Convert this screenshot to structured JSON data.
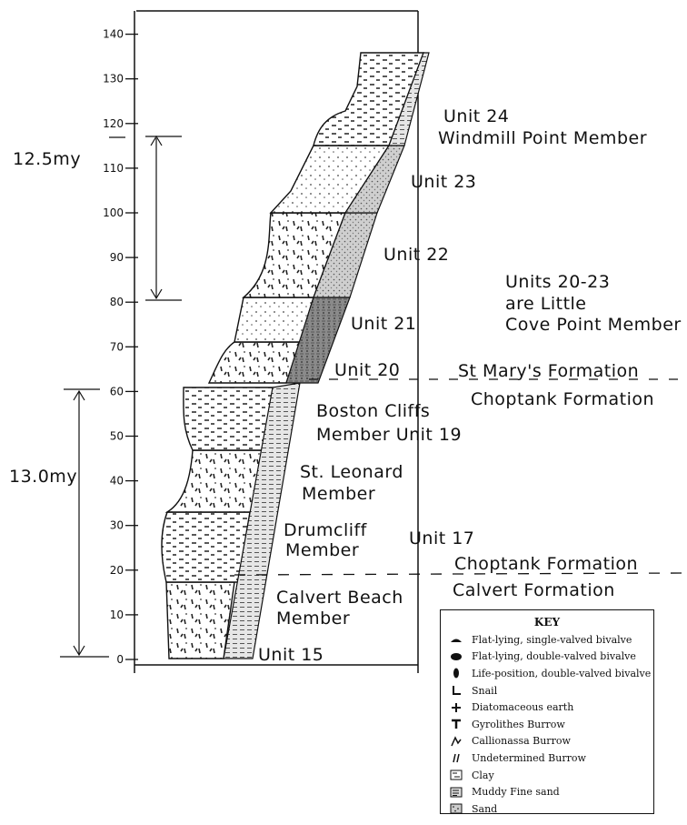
{
  "axis": {
    "ticks": [
      "0",
      "10",
      "20",
      "30",
      "40",
      "50",
      "60",
      "70",
      "80",
      "90",
      "100",
      "110",
      "120",
      "130",
      "140"
    ]
  },
  "ages": {
    "upper": "12.5my",
    "lower": "13.0my"
  },
  "units": {
    "unit24": "Unit 24",
    "windmill": "Windmill Point Member",
    "unit23": "Unit 23",
    "unit22": "Unit 22",
    "unit21": "Unit 21",
    "unit20": "Unit 20",
    "units20_23_line1": "Units 20-23",
    "units20_23_line2": "are Little",
    "units20_23_line3": "Cove Point Member",
    "stmarys": "St Mary's Formation",
    "choptank_upper": "Choptank Formation",
    "boston1": "Boston Cliffs",
    "boston2": "Member Unit 19",
    "stleonard1": "St. Leonard",
    "stleonard2": "Member",
    "drumcliff1": "Drumcliff",
    "drumcliff2": "Member",
    "unit17": "Unit 17",
    "choptank_lower": "Choptank Formation",
    "calvert_formation": "Calvert Formation",
    "calvert_beach1": "Calvert Beach",
    "calvert_beach2": "Member",
    "unit15": "Unit 15"
  },
  "key": {
    "title": "KEY",
    "items": [
      {
        "label": "Flat-lying, single-valved bivalve",
        "icon": "single-valve-icon"
      },
      {
        "label": "Flat-lying, double-valved bivalve",
        "icon": "double-valve-icon"
      },
      {
        "label": "Life-position, double-valved bivalve",
        "icon": "life-position-icon"
      },
      {
        "label": "Snail",
        "icon": "snail-icon"
      },
      {
        "label": "Diatomaceous earth",
        "icon": "diatom-icon"
      },
      {
        "label": "Gyrolithes Burrow",
        "icon": "gyrolithes-icon"
      },
      {
        "label": "Callionassa Burrow",
        "icon": "callionassa-icon"
      },
      {
        "label": "Undetermined Burrow",
        "icon": "undetermined-burrow-icon"
      },
      {
        "label": "Clay",
        "icon": "clay-icon"
      },
      {
        "label": "Muddy Fine sand",
        "icon": "muddy-sand-icon"
      },
      {
        "label": "Sand",
        "icon": "sand-icon"
      }
    ]
  }
}
